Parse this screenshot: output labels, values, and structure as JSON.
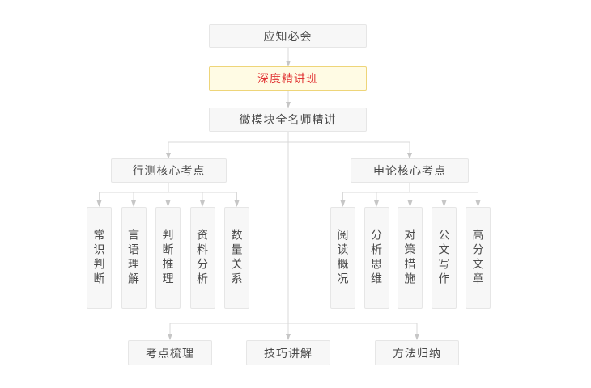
{
  "colors": {
    "canvas_bg": "#ffffff",
    "node_bg": "#f7f7f7",
    "node_border": "#e6e6e6",
    "node_text": "#4a4a4a",
    "highlight_bg": "#fffbe4",
    "highlight_border": "#eed579",
    "highlight_text": "#e03333",
    "line": "#d9d9d9",
    "arrow": "#c6c6c6"
  },
  "flowchart": {
    "root": {
      "label": "应知必会"
    },
    "highlight": {
      "label": "深度精讲班"
    },
    "lecture": {
      "label": "微模块全名师精讲"
    },
    "left_branch": {
      "label": "行测核心考点",
      "children": [
        {
          "label": "常识判断"
        },
        {
          "label": "言语理解"
        },
        {
          "label": "判断推理"
        },
        {
          "label": "资料分析"
        },
        {
          "label": "数量关系"
        }
      ]
    },
    "right_branch": {
      "label": "申论核心考点",
      "children": [
        {
          "label": "阅读概况"
        },
        {
          "label": "分析思维"
        },
        {
          "label": "对策措施"
        },
        {
          "label": "公文写作"
        },
        {
          "label": "高分文章"
        }
      ]
    },
    "bottom_row": [
      {
        "label": "考点梳理"
      },
      {
        "label": "技巧讲解"
      },
      {
        "label": "方法归纳"
      }
    ]
  }
}
